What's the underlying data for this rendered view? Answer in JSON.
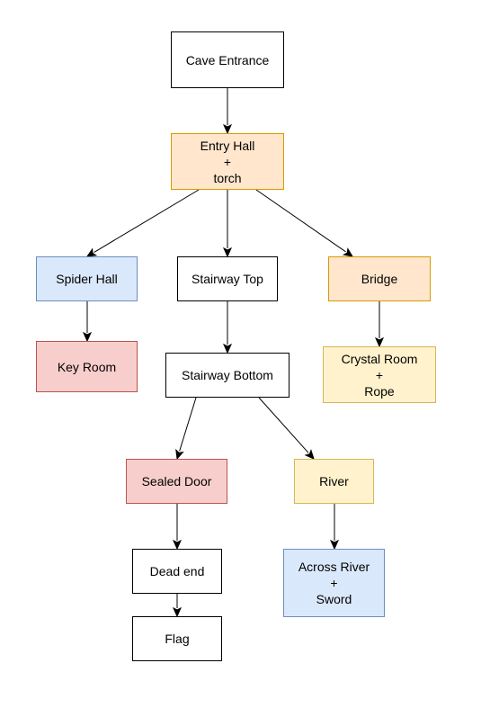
{
  "nodes": {
    "cave": {
      "lines": [
        "Cave Entrance"
      ],
      "style": "plain"
    },
    "entry": {
      "lines": [
        "Entry Hall",
        "+",
        "torch"
      ],
      "style": "orange"
    },
    "spider": {
      "lines": [
        "Spider Hall"
      ],
      "style": "blue"
    },
    "stairtop": {
      "lines": [
        "Stairway Top"
      ],
      "style": "plain"
    },
    "bridge": {
      "lines": [
        "Bridge"
      ],
      "style": "orange"
    },
    "key": {
      "lines": [
        "Key Room"
      ],
      "style": "red"
    },
    "stairbot": {
      "lines": [
        "Stairway Bottom"
      ],
      "style": "plain"
    },
    "crystal": {
      "lines": [
        "Crystal Room",
        "+",
        "Rope"
      ],
      "style": "yellow"
    },
    "sealed": {
      "lines": [
        "Sealed Door"
      ],
      "style": "red"
    },
    "river": {
      "lines": [
        "River"
      ],
      "style": "yellow"
    },
    "deadend": {
      "lines": [
        "Dead end"
      ],
      "style": "plain"
    },
    "across": {
      "lines": [
        "Across River",
        "+",
        "Sword"
      ],
      "style": "blue"
    },
    "flag": {
      "lines": [
        "Flag"
      ],
      "style": "plain"
    }
  },
  "edges": [
    {
      "from": "cave",
      "to": "entry"
    },
    {
      "from": "entry",
      "to": "spider"
    },
    {
      "from": "entry",
      "to": "stairtop"
    },
    {
      "from": "entry",
      "to": "bridge"
    },
    {
      "from": "spider",
      "to": "key"
    },
    {
      "from": "stairtop",
      "to": "stairbot"
    },
    {
      "from": "bridge",
      "to": "crystal"
    },
    {
      "from": "stairbot",
      "to": "sealed"
    },
    {
      "from": "stairbot",
      "to": "river"
    },
    {
      "from": "sealed",
      "to": "deadend"
    },
    {
      "from": "river",
      "to": "across"
    },
    {
      "from": "deadend",
      "to": "flag"
    }
  ],
  "colors": {
    "plain": {
      "fill": "#ffffff",
      "stroke": "#000000"
    },
    "orange": {
      "fill": "#ffe6cc",
      "stroke": "#d79b00"
    },
    "blue": {
      "fill": "#dae8fc",
      "stroke": "#6c8ebf"
    },
    "red": {
      "fill": "#f8cecc",
      "stroke": "#b85450"
    },
    "yellow": {
      "fill": "#fff2cc",
      "stroke": "#d6b656"
    },
    "edge": "#000000"
  }
}
